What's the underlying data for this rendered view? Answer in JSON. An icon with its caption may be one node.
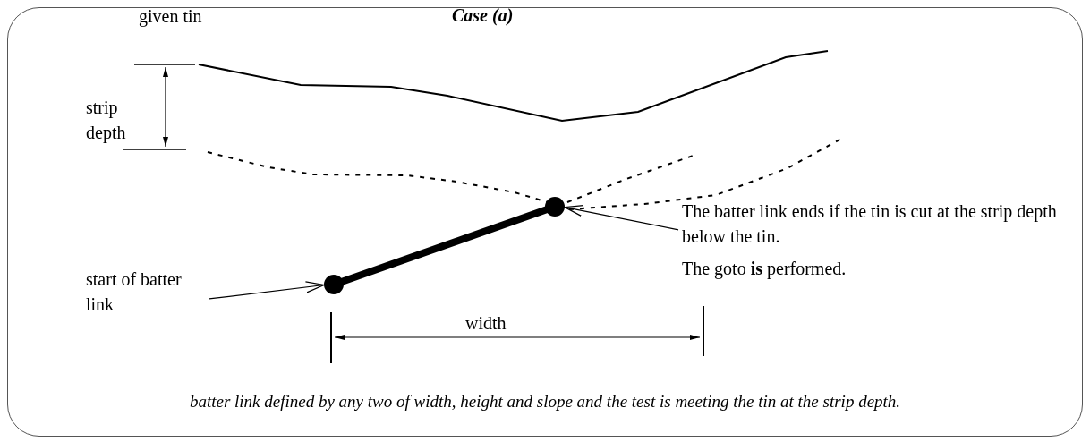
{
  "diagram": {
    "title": "Case (a)",
    "caption": "batter link defined by any two of width, height and slope and the test is meeting the tin at the strip depth.",
    "nodes": [
      {
        "text": [
          "start of batter link"
        ]
      },
      {
        "text": [],
        "shape": "circle"
      },
      {
        "text": [
          "The batter link ends if the tin is cut at the strip depth below the tin."
        ]
      },
      {
        "text": [],
        "shape": "circle"
      }
    ],
    "edges": [
      {
        "from": 0,
        "to": 1,
        "arrow": "to"
      },
      {
        "from": 2,
        "to": 3,
        "arrow": "to"
      },
      {
        "from": 1,
        "to": 3,
        "arrow": "none",
        "style": "thick"
      }
    ],
    "labels": [
      "given tin",
      "strip depth",
      "The goto **is** performed.",
      "width"
    ]
  }
}
